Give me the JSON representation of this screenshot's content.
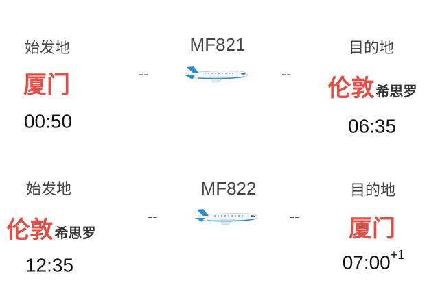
{
  "flights": [
    {
      "flight_no": "MF821",
      "origin": {
        "label": "始发地",
        "city": "厦门",
        "city_suffix": "",
        "time": "00:50",
        "day_offset": ""
      },
      "destination": {
        "label": "目的地",
        "city": "伦敦",
        "city_suffix": "希思罗",
        "time": "06:35",
        "day_offset": ""
      },
      "separator": "--"
    },
    {
      "flight_no": "MF822",
      "origin": {
        "label": "始发地",
        "city": "伦敦",
        "city_suffix": "希思罗",
        "time": "12:35",
        "day_offset": ""
      },
      "destination": {
        "label": "目的地",
        "city": "厦门",
        "city_suffix": "",
        "time": "07:00",
        "day_offset": "+1"
      },
      "separator": "--"
    }
  ],
  "icons": {
    "plane": "airplane-icon"
  },
  "colors": {
    "city": "#e24d45",
    "plane_body": "#f4f7fa",
    "plane_accent": "#2b8fd0"
  }
}
